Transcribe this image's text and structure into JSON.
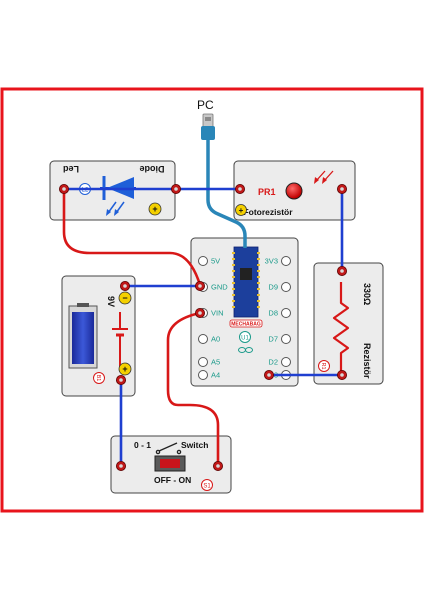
{
  "pc_label": "PC",
  "led_module": {
    "title": "Led",
    "diode_label": "Diode",
    "id_badge": "L2",
    "plus": "+"
  },
  "photoresistor_module": {
    "title": "Fotorezistör",
    "part_label": "PR1",
    "plus": "+"
  },
  "arduino_module": {
    "id_badge": "U1",
    "maker": "MECHABAG",
    "pins_left": [
      "5V",
      "GND",
      "VIN",
      "A0",
      "A5",
      "A4"
    ],
    "pins_right": [
      "3V3",
      "D9",
      "D8",
      "D7",
      "D2",
      "D3"
    ]
  },
  "resistor_module": {
    "value": "330Ω",
    "title": "Rezistör",
    "id_badge": "R1"
  },
  "battery_module": {
    "voltage": "9V",
    "id_badge": "B1",
    "minus": "−",
    "plus": "+"
  },
  "switch_module": {
    "title": "Switch",
    "range": "0 - 1",
    "state_label": "OFF - ON",
    "id_badge": "S1"
  },
  "colors": {
    "frame": "#e8141c",
    "wire_blue": "#1f3fd0",
    "wire_red": "#d81818",
    "usb_cable": "#2a86b8",
    "module_bg": "#ececec",
    "diode_blue": "#1f5fd8",
    "pin_text": "#1a9a8a"
  }
}
